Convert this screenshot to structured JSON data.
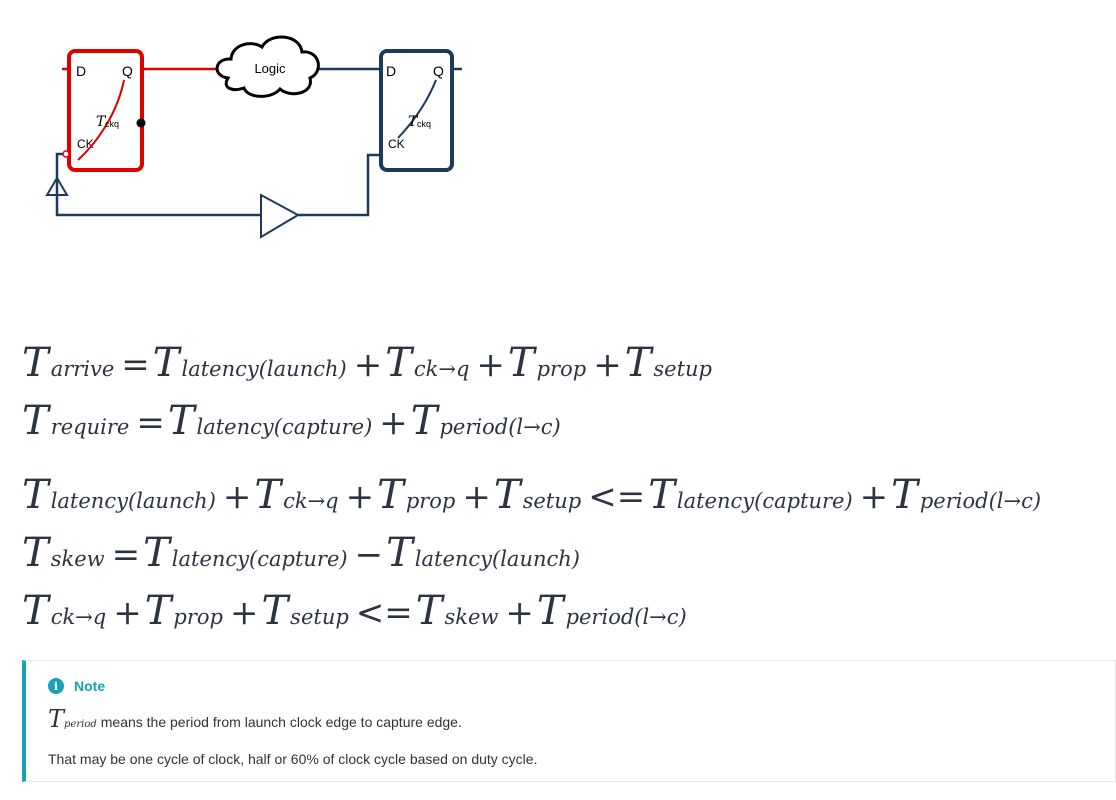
{
  "diagram": {
    "ff_launch": {
      "d": "D",
      "q": "Q",
      "ck": "CK",
      "t": "T",
      "tsub": "ckq"
    },
    "logic": "Logic",
    "ff_capture": {
      "d": "D",
      "q": "Q",
      "ck": "CK",
      "t": "T",
      "tsub": "ckq"
    },
    "colors": {
      "launch": "#e00000",
      "capture": "#1c3a5a",
      "wire": "#1c3a5a"
    }
  },
  "equations": [
    {
      "terms": [
        {
          "t": "T",
          "s": "arrive"
        },
        {
          "op": "="
        },
        {
          "t": "T",
          "s": "latency(launch)"
        },
        {
          "op": "+"
        },
        {
          "t": "T",
          "s": "ck→q"
        },
        {
          "op": "+"
        },
        {
          "t": "T",
          "s": "prop"
        },
        {
          "op": "+"
        },
        {
          "t": "T",
          "s": "setup"
        }
      ]
    },
    {
      "terms": [
        {
          "t": "T",
          "s": "require"
        },
        {
          "op": "="
        },
        {
          "t": "T",
          "s": "latency(capture)"
        },
        {
          "op": "+"
        },
        {
          "t": "T",
          "s": "period(l→c)"
        }
      ]
    },
    {
      "terms": [
        {
          "t": "T",
          "s": "latency(launch)"
        },
        {
          "op": "+"
        },
        {
          "t": "T",
          "s": "ck→q"
        },
        {
          "op": "+"
        },
        {
          "t": "T",
          "s": "prop"
        },
        {
          "op": "+"
        },
        {
          "t": "T",
          "s": "setup"
        },
        {
          "op": "<="
        },
        {
          "t": "T",
          "s": "latency(capture)"
        },
        {
          "op": "+"
        },
        {
          "t": "T",
          "s": "period(l→c)"
        }
      ]
    },
    {
      "terms": [
        {
          "t": "T",
          "s": "skew"
        },
        {
          "op": "="
        },
        {
          "t": "T",
          "s": "latency(capture)"
        },
        {
          "op": "−"
        },
        {
          "t": "T",
          "s": "latency(launch)"
        }
      ]
    },
    {
      "terms": [
        {
          "t": "T",
          "s": "ck→q"
        },
        {
          "op": "+"
        },
        {
          "t": "T",
          "s": "prop"
        },
        {
          "op": "+"
        },
        {
          "t": "T",
          "s": "setup"
        },
        {
          "op": "<="
        },
        {
          "t": "T",
          "s": "skew"
        },
        {
          "op": "+"
        },
        {
          "t": "T",
          "s": "period(l→c)"
        }
      ]
    }
  ],
  "note": {
    "title": "Note",
    "icon": "info-icon",
    "accent": "#17a2b8",
    "line1_T": "T",
    "line1_sub": "period",
    "line1_text": "means the period from launch clock edge to capture edge.",
    "line2": "That may be one cycle of clock, half or 60% of clock cycle based on duty cycle."
  }
}
